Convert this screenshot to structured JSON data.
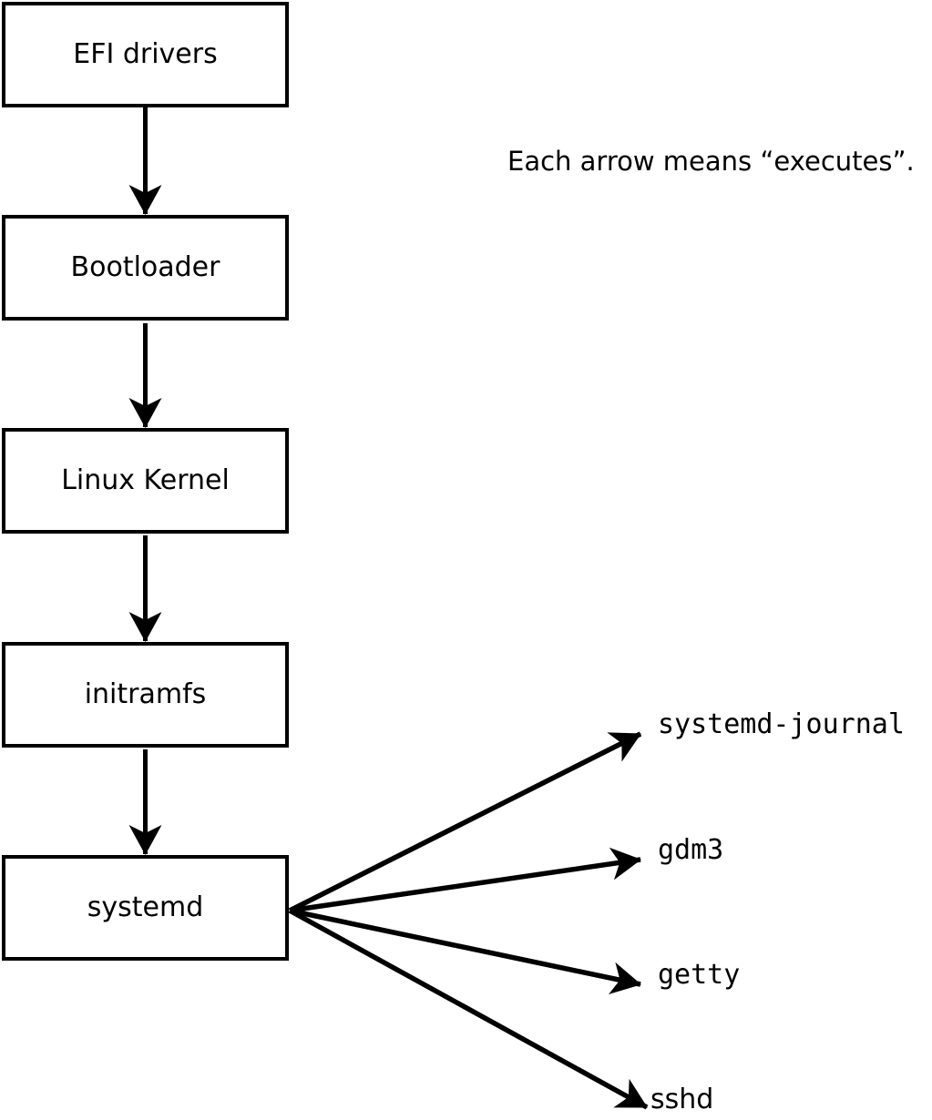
{
  "note": "Each arrow means “executes”.",
  "arrow_meaning": "executes",
  "chain": [
    {
      "label": "EFI drivers"
    },
    {
      "label": "Bootloader"
    },
    {
      "label": "Linux Kernel"
    },
    {
      "label": "initramfs"
    },
    {
      "label": "systemd"
    }
  ],
  "spawned": [
    {
      "label": "systemd-journal"
    },
    {
      "label": "gdm3"
    },
    {
      "label": "getty"
    },
    {
      "label": "sshd"
    }
  ],
  "edges": [
    {
      "from": "EFI drivers",
      "to": "Bootloader"
    },
    {
      "from": "Bootloader",
      "to": "Linux Kernel"
    },
    {
      "from": "Linux Kernel",
      "to": "initramfs"
    },
    {
      "from": "initramfs",
      "to": "systemd"
    },
    {
      "from": "systemd",
      "to": "systemd-journal"
    },
    {
      "from": "systemd",
      "to": "gdm3"
    },
    {
      "from": "systemd",
      "to": "getty"
    },
    {
      "from": "systemd",
      "to": "sshd"
    }
  ],
  "colors": {
    "line": "#000000",
    "box_fill": "#ffffff",
    "background": "#ffffff",
    "text": "#000000"
  }
}
